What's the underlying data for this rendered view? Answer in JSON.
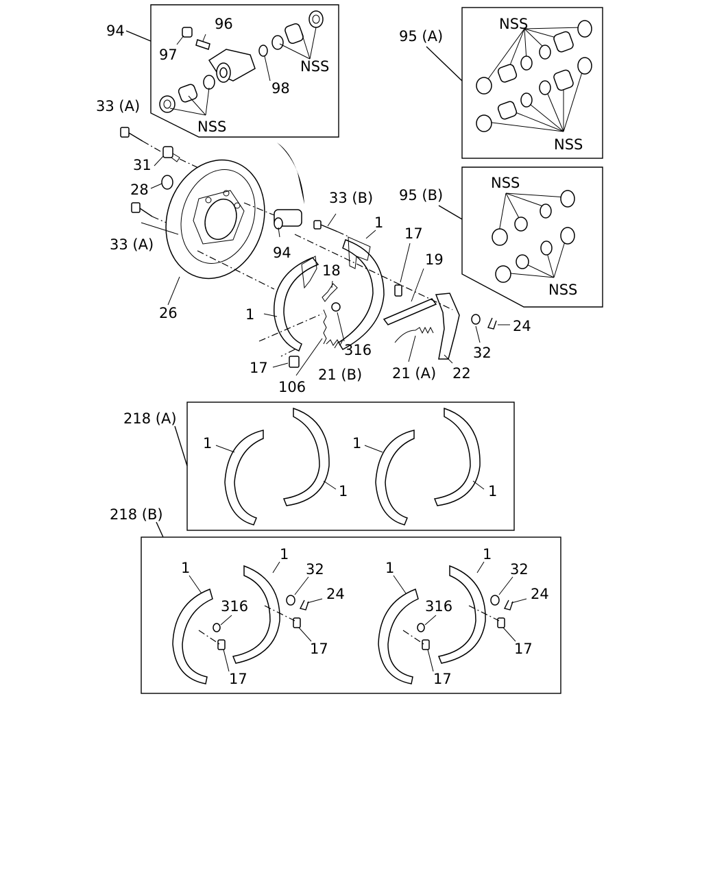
{
  "labels": {
    "l94_top": "94",
    "l96": "96",
    "l97": "97",
    "l98": "98",
    "nss_a": "NSS",
    "nss_b": "NSS",
    "l33a_top": "33 (A)",
    "l31": "31",
    "l28": "28",
    "l33a_bottom": "33 (A)",
    "l26": "26",
    "l94_mid": "94",
    "l33b": "33 (B)",
    "l1_rightshoe": "1",
    "l17_right": "17",
    "l19": "19",
    "l18": "18",
    "l1_leftshoe": "1",
    "l316": "316",
    "l24": "24",
    "l32": "32",
    "l17_left": "17",
    "l21b": "21 (B)",
    "l21a": "21 (A)",
    "l22": "22",
    "l106": "106",
    "l95a": "95 (A)",
    "nss_95a_top": "NSS",
    "nss_95a_bottom": "NSS",
    "l95b": "95 (B)",
    "nss_95b_top": "NSS",
    "nss_95b_bottom": "NSS",
    "l218a": "218 (A)",
    "a_1a": "1",
    "a_1b": "1",
    "a_1c": "1",
    "a_1d": "1",
    "l218b": "218 (B)",
    "b_1a": "1",
    "b_1b": "1",
    "b_32a": "32",
    "b_24a": "24",
    "b_316a": "316",
    "b_17a": "17",
    "b_17b": "17",
    "b_1c": "1",
    "b_1d": "1",
    "b_32b": "32",
    "b_24b": "24",
    "b_316b": "316",
    "b_17c": "17",
    "b_17d": "17"
  }
}
